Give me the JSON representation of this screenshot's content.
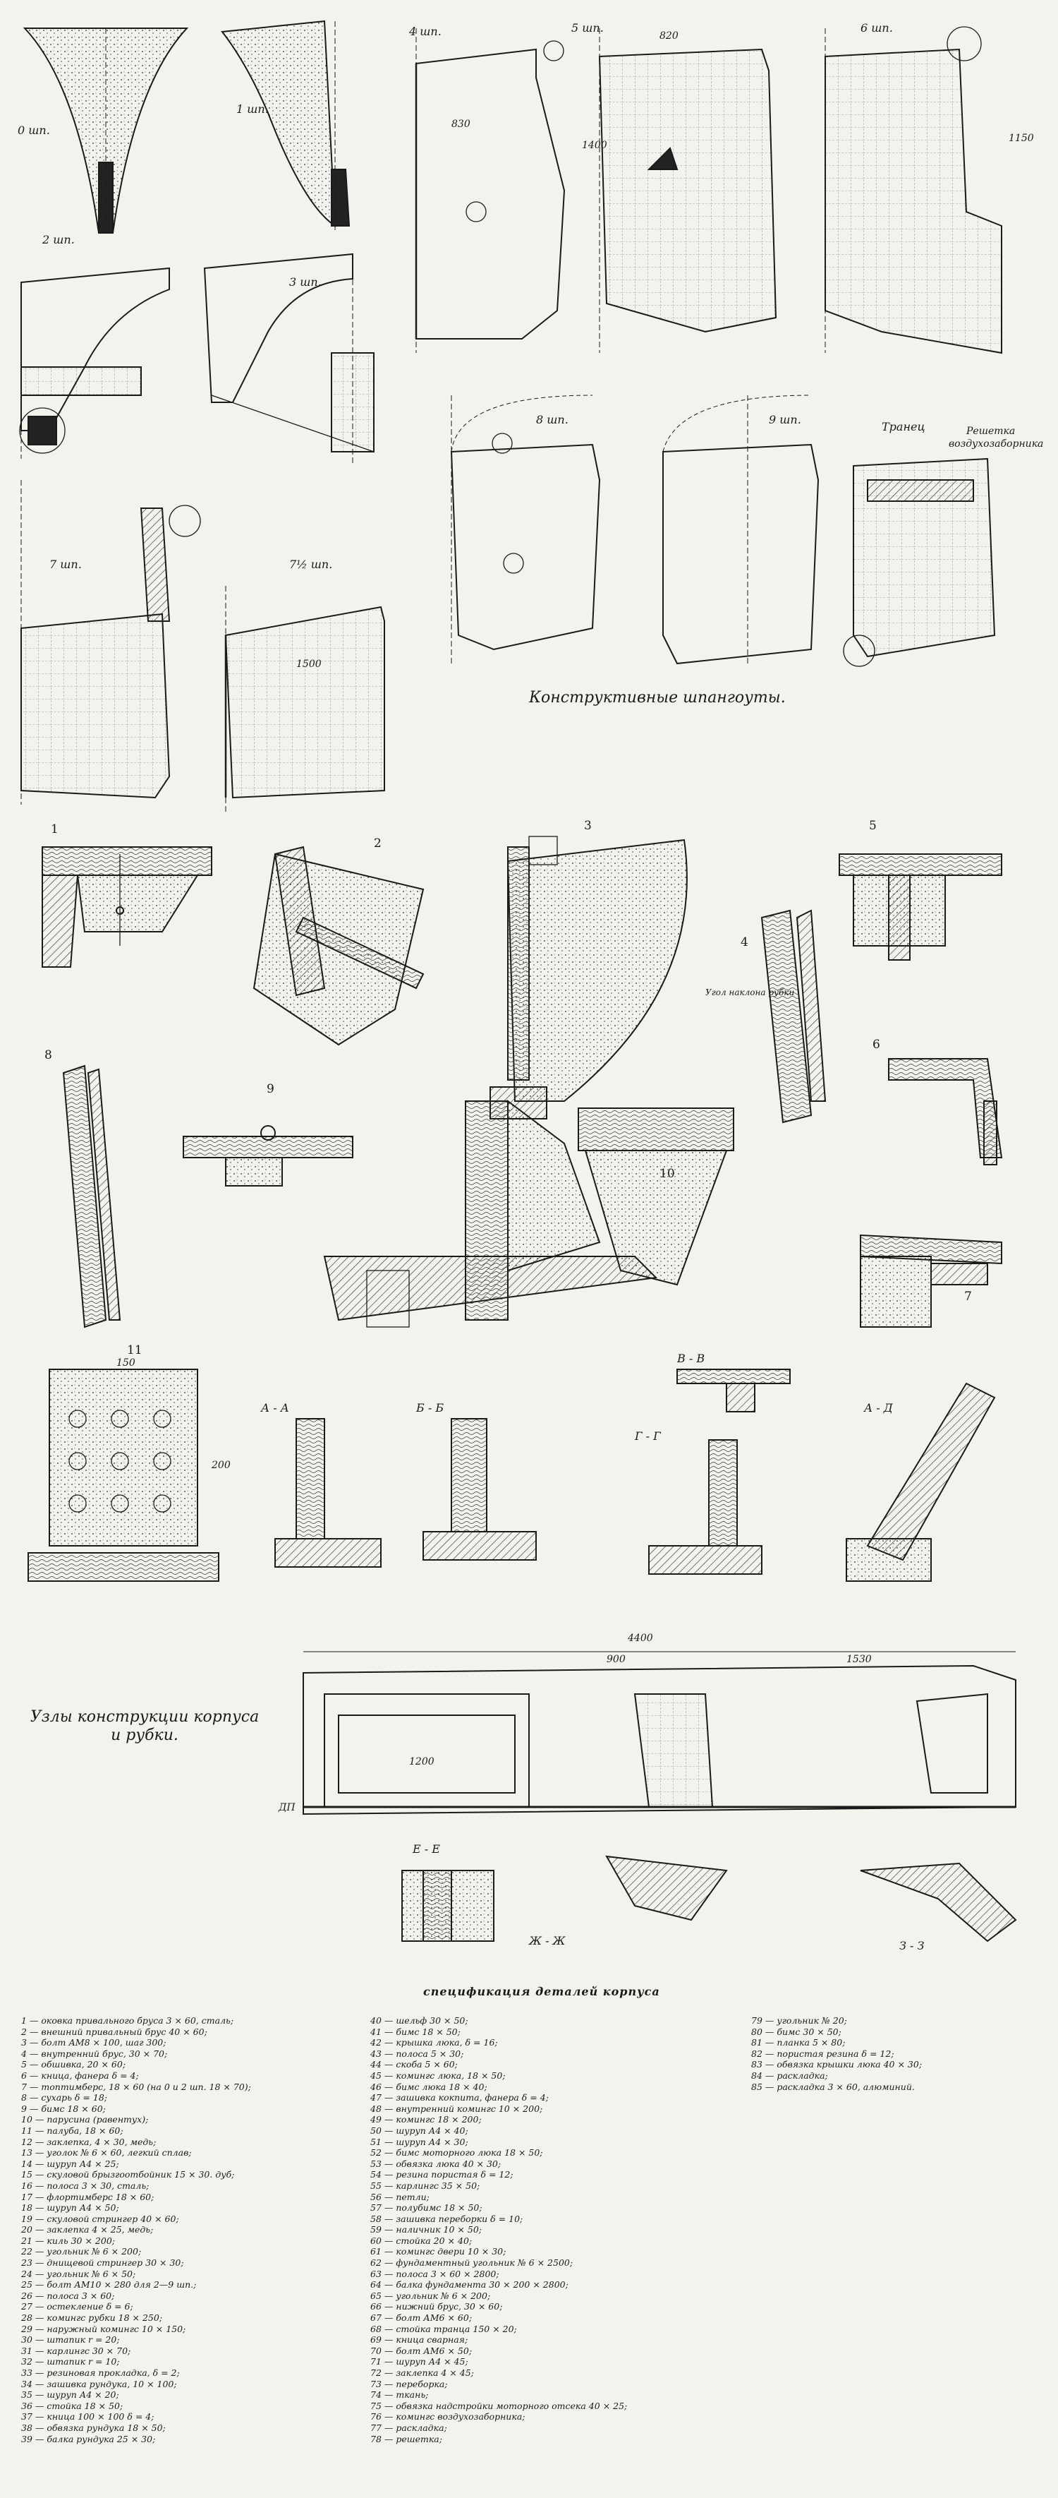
{
  "captions": {
    "frames": "Конструктивные шпангоуты.",
    "nodes": "Узлы конструкции корпуса и рубки.",
    "spec_title": "спецификация деталей корпуса"
  },
  "frame_labels": [
    "0 шп.",
    "1 шп.",
    "2 шп.",
    "3 шп.",
    "4 шп.",
    "5 шп.",
    "6 шп.",
    "7 шп.",
    "7½ шп.",
    "8 шп.",
    "9 шп.",
    "Транец"
  ],
  "frame_notes": {
    "grating": "Решетка",
    "air_intake": "воздухозаборника"
  },
  "node_numbers": [
    "1",
    "2",
    "3",
    "4",
    "5",
    "6",
    "7",
    "8",
    "9",
    "10",
    "11"
  ],
  "section_labels": [
    "В - В",
    "А - А",
    "Б - Б",
    "Г - Г",
    "А - Д",
    "Е - Е",
    "Ж - Ж",
    "З - З"
  ],
  "dims": {
    "d4400": "4400",
    "d900": "900",
    "d1530": "1530",
    "d1200": "1200",
    "d150": "150",
    "d200": "200",
    "d820": "820",
    "d830": "830",
    "d1150": "1150",
    "d1500": "1500",
    "d1400": "1400",
    "dp": "ДП",
    "angle_note": "Угол наклона рубки"
  },
  "spec_col1": [
    "1 — оковка привального бруса 3 × 60, сталь;",
    "2 — внешний привальный брус 40 × 60;",
    "3 — болт АМ8 × 100, шаг 300;",
    "4 — внутренний брус, 30 × 70;",
    "5 — обшивка, 20 × 60;",
    "6 — кница, фанера δ = 4;",
    "7 — топтимберс, 18 × 60 (на 0 и 2 шп. 18 × 70);",
    "8 — сухарь δ = 18;",
    "9 — бимс 18 × 60;",
    "10 — парусина (равентух);",
    "11 — палуба, 18 × 60;",
    "12 — заклепка, 4 × 30, медь;",
    "13 — уголок № 6 × 60, легкий сплав;",
    "14 — шуруп А4 × 25;",
    "15 — скуловой брызгоотбойник 15 × 30. дуб;",
    "16 — полоса 3 × 30, сталь;",
    "17 — флортимберс 18 × 60;",
    "18 — шуруп А4 × 50;",
    "19 — скуловой стрингер 40 × 60;",
    "20 — заклепка 4 × 25, медь;",
    "21 — киль 30 × 200;",
    "22 — угольник № 6 × 200;",
    "23 — днищевой стрингер 30 × 30;",
    "24 — угольник № 6 × 50;",
    "25 — болт АМ10 × 280 для 2—9 шп.;",
    "26 — полоса 3 × 60;",
    "27 — остекление δ = 6;",
    "28 — комингс рубки 18 × 250;",
    "29 — наружный комингс 10 × 150;",
    "30 — штапик r = 20;",
    "31 — карлингс 30 × 70;",
    "32 — штапик r = 10;",
    "33 — резиновая прокладка, δ = 2;",
    "34 — зашивка рундука, 10 × 100;",
    "35 — шуруп А4 × 20;",
    "36 — стойка 18 × 50;",
    "37 — кница 100 × 100 δ = 4;",
    "38 — обвязка рундука 18 × 50;",
    "39 — балка рундука 25 × 30;"
  ],
  "spec_col2": [
    "40 — шельф 30 × 50;",
    "41 — бимс 18 × 50;",
    "42 — крышка люка, δ = 16;",
    "43 — полоса 5 × 30;",
    "44 — скоба 5 × 60;",
    "45 — комингс люка, 18 × 50;",
    "46 — бимс люка 18 × 40;",
    "47 — зашивка кокпита, фанера δ = 4;",
    "48 — внутренний комингс 10 × 200;",
    "49 — комингс 18 × 200;",
    "50 — шуруп А4 × 40;",
    "51 — шуруп А4 × 30;",
    "52 — бимс моторного люка 18 × 50;",
    "53 — обвязка люка 40 × 30;",
    "54 — резина пористая δ = 12;",
    "55 — карлингс 35 × 50;",
    "56 — петли;",
    "57 — полубимс 18 × 50;",
    "58 — зашивка переборки δ = 10;",
    "59 — наличник 10 × 50;",
    "60 — стойка 20 × 40;",
    "61 — комингс двери 10 × 30;",
    "62 — фундаментный угольник № 6 × 2500;",
    "63 — полоса 3 × 60 × 2800;",
    "64 — балка фундамента 30 × 200 × 2800;",
    "65 — угольник № 6 × 200;",
    "66 — нижний брус, 30 × 60;",
    "67 — болт АМ6 × 60;",
    "68 — стойка транца 150 × 20;",
    "69 — кница сварная;",
    "70 — болт АМ6 × 50;",
    "71 — шуруп А4 × 45;",
    "72 — заклепка 4 × 45;",
    "73 — переборка;",
    "74 — ткань;",
    "75 — обвязка надстройки моторного отсека 40 × 25;",
    "76 — комингс воздухозаборника;",
    "77 — раскладка;",
    "78 — решетка;"
  ],
  "spec_col3": [
    "79 — угольник № 20;",
    "80 — бимс 30 × 50;",
    "81 — планка 5 × 80;",
    "82 — пористая резина δ = 12;",
    "83 — обвязка крышки люка 40 × 30;",
    "84 — раскладка;",
    "85 — раскладка 3 × 60, алюминий."
  ]
}
